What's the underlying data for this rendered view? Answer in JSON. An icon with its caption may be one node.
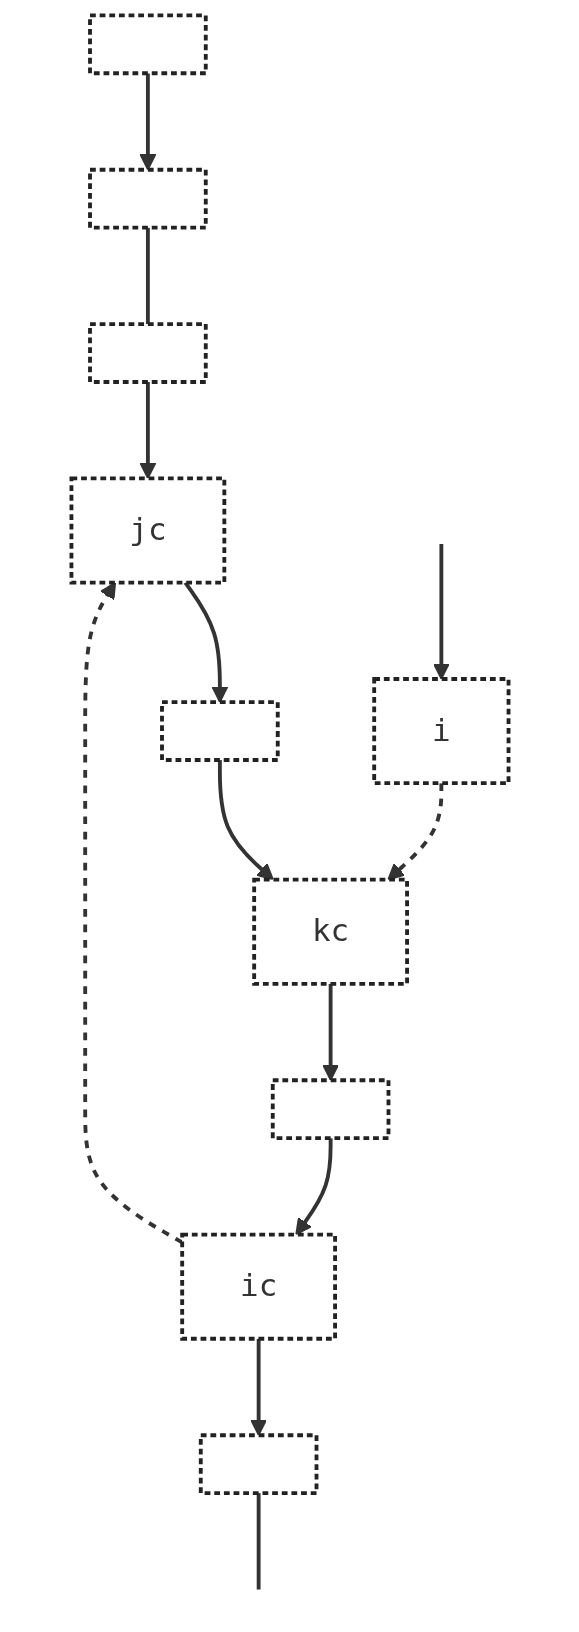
{
  "diagram": {
    "nodes": [
      {
        "text": [],
        "shape": "box"
      },
      {
        "text": [],
        "shape": "box"
      },
      {
        "text": [],
        "shape": "box"
      },
      {
        "text": [
          "jc"
        ]
      },
      {
        "text": [],
        "shape": "box"
      },
      {
        "text": [
          "i"
        ]
      },
      {
        "text": [
          "kc"
        ]
      },
      {
        "text": [],
        "shape": "box"
      },
      {
        "text": [
          "ic"
        ]
      },
      {
        "text": [],
        "shape": "box"
      }
    ],
    "edges": [
      {
        "from": 0,
        "to": 1,
        "arrow": "to"
      },
      {
        "from": 1,
        "to": 2,
        "arrow": "none"
      },
      {
        "from": 2,
        "to": 3,
        "arrow": "to"
      },
      {
        "from": 3,
        "to": 4,
        "arrow": "to"
      },
      {
        "from": 4,
        "to": 6,
        "arrow": "to"
      },
      {
        "from": null,
        "to": 5,
        "arrow": "to"
      },
      {
        "from": 5,
        "to": 6,
        "arrow": "to",
        "style": "dashed"
      },
      {
        "from": 6,
        "to": 7,
        "arrow": "to"
      },
      {
        "from": 7,
        "to": 8,
        "arrow": "to"
      },
      {
        "from": 8,
        "to": 3,
        "arrow": "to",
        "style": "dashed"
      },
      {
        "from": 8,
        "to": 9,
        "arrow": "to"
      },
      {
        "from": 9,
        "to": null,
        "arrow": "none"
      }
    ]
  }
}
